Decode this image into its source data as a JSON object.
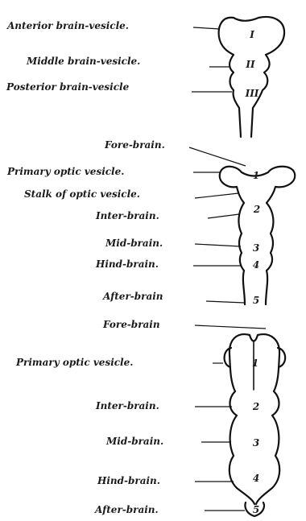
{
  "figure_1": {
    "labels": {
      "anterior": "Anterior brain-vesicle.",
      "middle": "Middle brain-vesicle.",
      "posterior": "Posterior brain-vesicle"
    },
    "numerals": {
      "n1": "I",
      "n2": "II",
      "n3": "III"
    }
  },
  "figure_2": {
    "labels": {
      "fore_brain": "Fore-brain.",
      "optic_vesicle": "Primary optic vesicle.",
      "optic_stalk": "Stalk of optic vesicle.",
      "inter_brain": "Inter-brain.",
      "mid_brain": "Mid-brain.",
      "hind_brain": "Hind-brain.",
      "after_brain": "After-brain"
    },
    "numerals": {
      "n1": "1",
      "n2": "2",
      "n3": "3",
      "n4": "4",
      "n5": "5"
    }
  },
  "figure_3": {
    "labels": {
      "fore_brain": "Fore-brain",
      "optic_vesicle": "Primary optic vesicle.",
      "inter_brain": "Inter-brain.",
      "mid_brain": "Mid-brain.",
      "hind_brain": "Hind-brain.",
      "after_brain": "After-brain."
    },
    "numerals": {
      "n1": "1",
      "n2": "2",
      "n3": "3",
      "n4": "4",
      "n5": "5"
    }
  }
}
